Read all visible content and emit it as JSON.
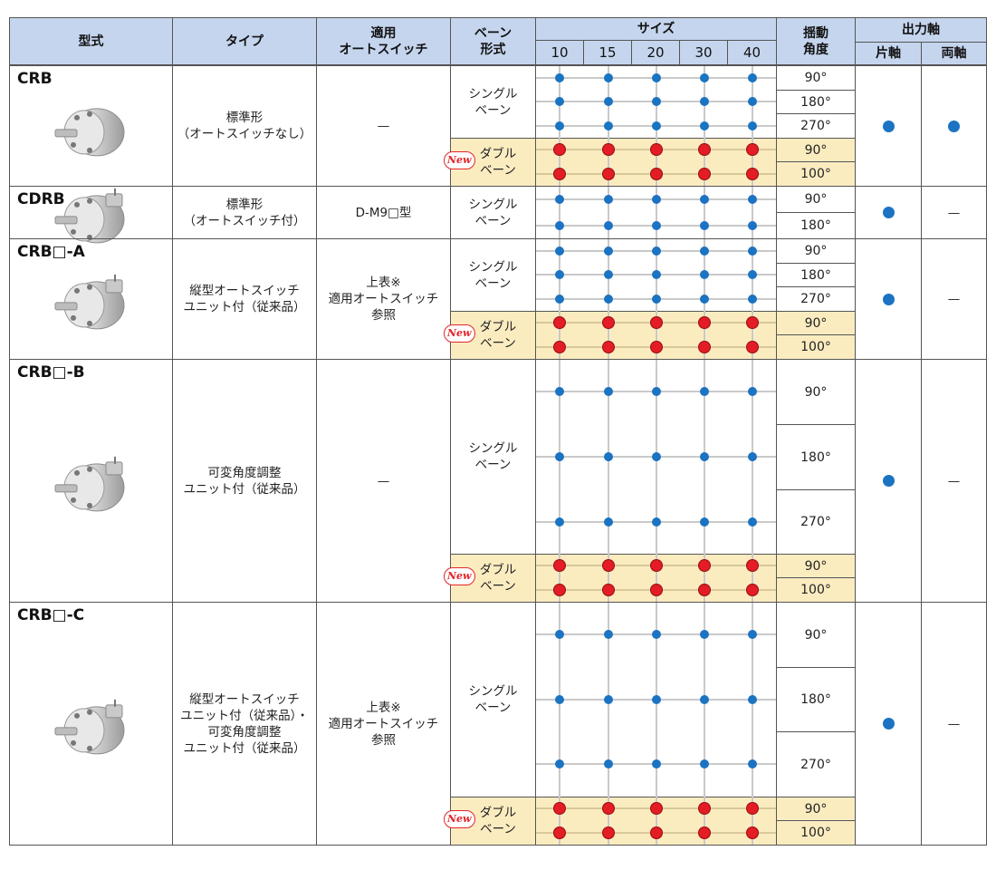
{
  "header": {
    "model": "型式",
    "type": "タイプ",
    "switch": [
      "適用",
      "オートスイッチ"
    ],
    "vane": [
      "ベーン",
      "形式"
    ],
    "size": "サイズ",
    "sizes": [
      "10",
      "15",
      "20",
      "30",
      "40"
    ],
    "angle": [
      "揺動",
      "角度"
    ],
    "output": "出力軸",
    "output_sub": [
      "片軸",
      "両軸"
    ]
  },
  "vane_single": [
    "シングル",
    "ベーン"
  ],
  "vane_double": [
    "ダブル",
    "ベーン"
  ],
  "new_badge": "New",
  "dash": "—",
  "colors": {
    "blue_dot": "#1b73c2",
    "red_dot": "#e21d24",
    "header_bg": "#c5d5ee",
    "double_bg": "#fbecc0"
  },
  "products": [
    {
      "model": "CRB",
      "type": [
        "標準形",
        "（オートスイッチなし）"
      ],
      "switch": [
        "—"
      ],
      "single_angles": [
        "90°",
        "180°",
        "270°"
      ],
      "double_angles": [
        "90°",
        "100°"
      ],
      "output_single": "dot",
      "output_double": "dot"
    },
    {
      "model": "CDRB",
      "type": [
        "標準形",
        "（オートスイッチ付）"
      ],
      "switch": [
        "D-M9□型"
      ],
      "single_angles": [
        "90°",
        "180°"
      ],
      "double_angles": [],
      "output_single": "dot",
      "output_double": "—"
    },
    {
      "model": "CRB□-A",
      "type": [
        "縦型オートスイッチ",
        "ユニット付（従来品）"
      ],
      "switch": [
        "上表※",
        "適用オートスイッチ",
        "参照"
      ],
      "single_angles": [
        "90°",
        "180°",
        "270°"
      ],
      "double_angles": [
        "90°",
        "100°"
      ],
      "output_single": "dot",
      "output_double": "—"
    },
    {
      "model": "CRB□-B",
      "type": [
        "可変角度調整",
        "ユニット付（従来品）"
      ],
      "switch": [
        "—"
      ],
      "single_angles": [
        "90°",
        "180°",
        "270°"
      ],
      "double_angles": [
        "90°",
        "100°"
      ],
      "output_single": "dot",
      "output_double": "—"
    },
    {
      "model": "CRB□-C",
      "type": [
        "縦型オートスイッチ",
        "ユニット付（従来品）・",
        "可変角度調整",
        "ユニット付（従来品）"
      ],
      "switch": [
        "上表※",
        "適用オートスイッチ",
        "参照"
      ],
      "single_angles": [
        "90°",
        "180°",
        "270°"
      ],
      "double_angles": [
        "90°",
        "100°"
      ],
      "output_single": "dot",
      "output_double": "—"
    }
  ]
}
